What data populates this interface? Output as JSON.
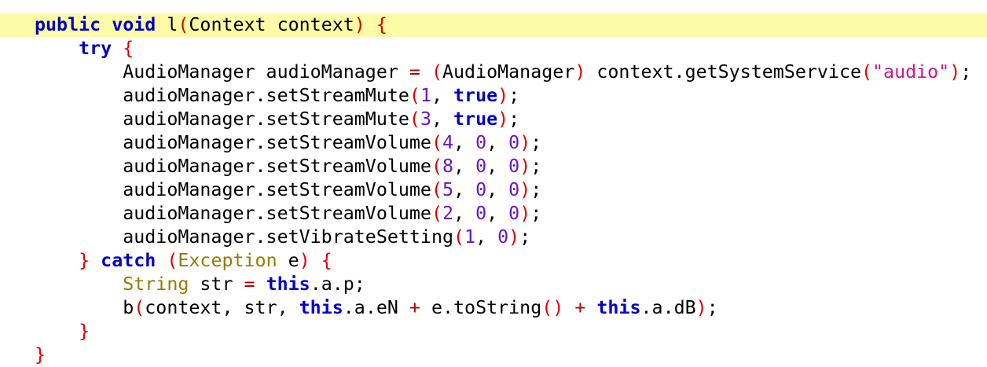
{
  "code_view": {
    "lines": [
      {
        "highlighted": true,
        "indent": 0,
        "tokens": [
          {
            "t": "kw",
            "v": "public"
          },
          {
            "t": "plain",
            "v": " "
          },
          {
            "t": "kw",
            "v": "void"
          },
          {
            "t": "plain",
            "v": " l"
          },
          {
            "t": "paren",
            "v": "("
          },
          {
            "t": "plain",
            "v": "Context context"
          },
          {
            "t": "paren",
            "v": ")"
          },
          {
            "t": "plain",
            "v": " "
          },
          {
            "t": "paren",
            "v": "{"
          }
        ]
      },
      {
        "highlighted": false,
        "indent": 4,
        "tokens": [
          {
            "t": "kw",
            "v": "try"
          },
          {
            "t": "plain",
            "v": " "
          },
          {
            "t": "paren",
            "v": "{"
          }
        ]
      },
      {
        "highlighted": false,
        "indent": 8,
        "tokens": [
          {
            "t": "plain",
            "v": "AudioManager audioManager "
          },
          {
            "t": "op",
            "v": "="
          },
          {
            "t": "plain",
            "v": " "
          },
          {
            "t": "paren",
            "v": "("
          },
          {
            "t": "plain",
            "v": "AudioManager"
          },
          {
            "t": "paren",
            "v": ")"
          },
          {
            "t": "plain",
            "v": " context.getSystemService"
          },
          {
            "t": "paren",
            "v": "("
          },
          {
            "t": "str",
            "v": "\"audio\""
          },
          {
            "t": "paren",
            "v": ")"
          },
          {
            "t": "plain",
            "v": ";"
          }
        ]
      },
      {
        "highlighted": false,
        "indent": 8,
        "tokens": [
          {
            "t": "plain",
            "v": "audioManager.setStreamMute"
          },
          {
            "t": "paren",
            "v": "("
          },
          {
            "t": "num",
            "v": "1"
          },
          {
            "t": "plain",
            "v": ", "
          },
          {
            "t": "kw",
            "v": "true"
          },
          {
            "t": "paren",
            "v": ")"
          },
          {
            "t": "plain",
            "v": ";"
          }
        ]
      },
      {
        "highlighted": false,
        "indent": 8,
        "tokens": [
          {
            "t": "plain",
            "v": "audioManager.setStreamMute"
          },
          {
            "t": "paren",
            "v": "("
          },
          {
            "t": "num",
            "v": "3"
          },
          {
            "t": "plain",
            "v": ", "
          },
          {
            "t": "kw",
            "v": "true"
          },
          {
            "t": "paren",
            "v": ")"
          },
          {
            "t": "plain",
            "v": ";"
          }
        ]
      },
      {
        "highlighted": false,
        "indent": 8,
        "tokens": [
          {
            "t": "plain",
            "v": "audioManager.setStreamVolume"
          },
          {
            "t": "paren",
            "v": "("
          },
          {
            "t": "num",
            "v": "4"
          },
          {
            "t": "plain",
            "v": ", "
          },
          {
            "t": "num",
            "v": "0"
          },
          {
            "t": "plain",
            "v": ", "
          },
          {
            "t": "num",
            "v": "0"
          },
          {
            "t": "paren",
            "v": ")"
          },
          {
            "t": "plain",
            "v": ";"
          }
        ]
      },
      {
        "highlighted": false,
        "indent": 8,
        "tokens": [
          {
            "t": "plain",
            "v": "audioManager.setStreamVolume"
          },
          {
            "t": "paren",
            "v": "("
          },
          {
            "t": "num",
            "v": "8"
          },
          {
            "t": "plain",
            "v": ", "
          },
          {
            "t": "num",
            "v": "0"
          },
          {
            "t": "plain",
            "v": ", "
          },
          {
            "t": "num",
            "v": "0"
          },
          {
            "t": "paren",
            "v": ")"
          },
          {
            "t": "plain",
            "v": ";"
          }
        ]
      },
      {
        "highlighted": false,
        "indent": 8,
        "tokens": [
          {
            "t": "plain",
            "v": "audioManager.setStreamVolume"
          },
          {
            "t": "paren",
            "v": "("
          },
          {
            "t": "num",
            "v": "5"
          },
          {
            "t": "plain",
            "v": ", "
          },
          {
            "t": "num",
            "v": "0"
          },
          {
            "t": "plain",
            "v": ", "
          },
          {
            "t": "num",
            "v": "0"
          },
          {
            "t": "paren",
            "v": ")"
          },
          {
            "t": "plain",
            "v": ";"
          }
        ]
      },
      {
        "highlighted": false,
        "indent": 8,
        "tokens": [
          {
            "t": "plain",
            "v": "audioManager.setStreamVolume"
          },
          {
            "t": "paren",
            "v": "("
          },
          {
            "t": "num",
            "v": "2"
          },
          {
            "t": "plain",
            "v": ", "
          },
          {
            "t": "num",
            "v": "0"
          },
          {
            "t": "plain",
            "v": ", "
          },
          {
            "t": "num",
            "v": "0"
          },
          {
            "t": "paren",
            "v": ")"
          },
          {
            "t": "plain",
            "v": ";"
          }
        ]
      },
      {
        "highlighted": false,
        "indent": 8,
        "tokens": [
          {
            "t": "plain",
            "v": "audioManager.setVibrateSetting"
          },
          {
            "t": "paren",
            "v": "("
          },
          {
            "t": "num",
            "v": "1"
          },
          {
            "t": "plain",
            "v": ", "
          },
          {
            "t": "num",
            "v": "0"
          },
          {
            "t": "paren",
            "v": ")"
          },
          {
            "t": "plain",
            "v": ";"
          }
        ]
      },
      {
        "highlighted": false,
        "indent": 4,
        "tokens": [
          {
            "t": "paren",
            "v": "}"
          },
          {
            "t": "plain",
            "v": " "
          },
          {
            "t": "kw",
            "v": "catch"
          },
          {
            "t": "plain",
            "v": " "
          },
          {
            "t": "paren",
            "v": "("
          },
          {
            "t": "type",
            "v": "Exception"
          },
          {
            "t": "plain",
            "v": " e"
          },
          {
            "t": "paren",
            "v": ")"
          },
          {
            "t": "plain",
            "v": " "
          },
          {
            "t": "paren",
            "v": "{"
          }
        ]
      },
      {
        "highlighted": false,
        "indent": 8,
        "tokens": [
          {
            "t": "type",
            "v": "String"
          },
          {
            "t": "plain",
            "v": " str "
          },
          {
            "t": "op",
            "v": "="
          },
          {
            "t": "plain",
            "v": " "
          },
          {
            "t": "kw",
            "v": "this"
          },
          {
            "t": "plain",
            "v": ".a.p;"
          }
        ]
      },
      {
        "highlighted": false,
        "indent": 8,
        "tokens": [
          {
            "t": "plain",
            "v": "b"
          },
          {
            "t": "paren",
            "v": "("
          },
          {
            "t": "plain",
            "v": "context, str, "
          },
          {
            "t": "kw",
            "v": "this"
          },
          {
            "t": "plain",
            "v": ".a.eN "
          },
          {
            "t": "op",
            "v": "+"
          },
          {
            "t": "plain",
            "v": " e.toString"
          },
          {
            "t": "paren",
            "v": "()"
          },
          {
            "t": "plain",
            "v": " "
          },
          {
            "t": "op",
            "v": "+"
          },
          {
            "t": "plain",
            "v": " "
          },
          {
            "t": "kw",
            "v": "this"
          },
          {
            "t": "plain",
            "v": ".a.dB"
          },
          {
            "t": "paren",
            "v": ")"
          },
          {
            "t": "plain",
            "v": ";"
          }
        ]
      },
      {
        "highlighted": false,
        "indent": 4,
        "tokens": [
          {
            "t": "paren",
            "v": "}"
          }
        ]
      },
      {
        "highlighted": false,
        "indent": 0,
        "tokens": [
          {
            "t": "paren",
            "v": "}"
          }
        ]
      }
    ]
  }
}
